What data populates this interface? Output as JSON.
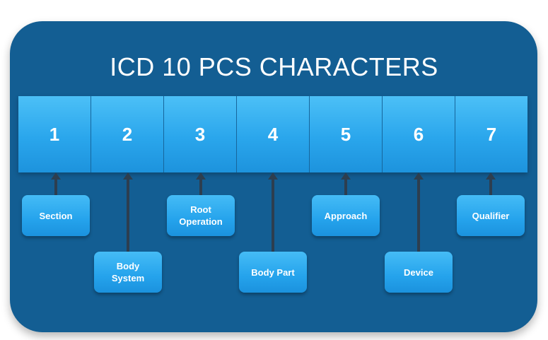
{
  "title": "ICD 10 PCS CHARACTERS",
  "characters": [
    {
      "number": "1",
      "label": "Section"
    },
    {
      "number": "2",
      "label": "Body\nSystem"
    },
    {
      "number": "3",
      "label": "Root\nOperation"
    },
    {
      "number": "4",
      "label": "Body Part"
    },
    {
      "number": "5",
      "label": "Approach"
    },
    {
      "number": "6",
      "label": "Device"
    },
    {
      "number": "7",
      "label": "Qualifier"
    }
  ]
}
